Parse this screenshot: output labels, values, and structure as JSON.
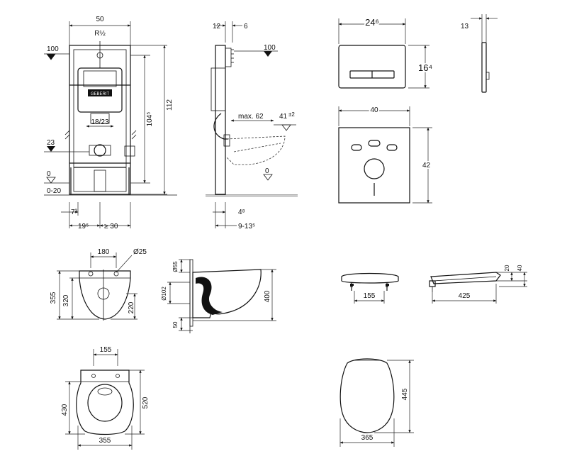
{
  "frame_front": {
    "width": "50",
    "pipe": "R½",
    "level_top": "100",
    "height_total": "112",
    "height_frame": "104⁵",
    "spacing": "18/23",
    "level_mid": "23",
    "level_zero": "0",
    "level_floor": "0-20",
    "offset_a": "7³",
    "offset_b": "19⁵",
    "offset_c": "≥ 30"
  },
  "frame_side": {
    "top_a": "12",
    "top_b": "6",
    "level_top": "100",
    "max_depth": "max. 62",
    "height_41": "41",
    "tolerance": "±2",
    "level_zero": "0",
    "bottom_a": "4⁸",
    "bottom_b": "9-13⁵"
  },
  "flush_plate": {
    "width": "24⁶",
    "height": "16⁴",
    "thickness": "13"
  },
  "sound_mat": {
    "width": "40",
    "height": "42"
  },
  "bowl_front": {
    "width_top": "180",
    "hole": "Ø25",
    "height_left": "355",
    "height_mid": "320",
    "height_right": "220"
  },
  "bowl_side": {
    "pipe_a": "Ø55",
    "pipe_b": "Ø102",
    "bottom": "50",
    "height": "400"
  },
  "seat_front": {
    "width": "155"
  },
  "seat_side": {
    "height_a": "20",
    "height_b": "40",
    "depth": "425"
  },
  "bowl_top": {
    "width_top": "155",
    "height_left": "430",
    "height_right": "520",
    "width": "355"
  },
  "lid_top": {
    "height": "445",
    "width": "365"
  }
}
